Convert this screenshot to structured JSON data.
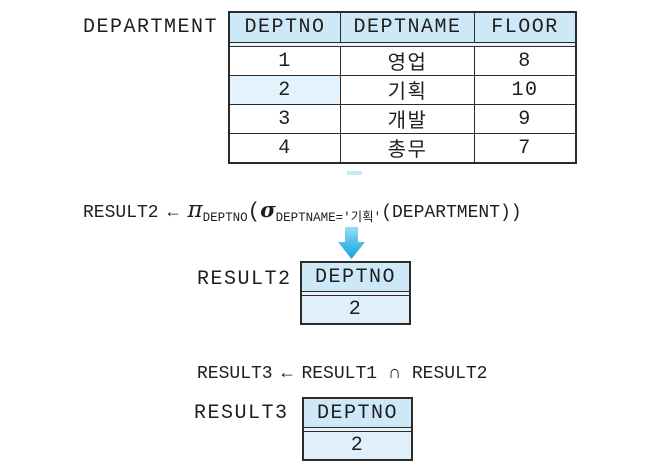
{
  "colors": {
    "header_fill": "#cde9f7",
    "gap_fill": "#e8f4fc",
    "highlight_fill": "#e3f2fc",
    "result_row_fill": "#dff0fa",
    "border": "#2b2b2b",
    "text": "#1e1e1e",
    "arrow_top": "#9adcf5",
    "arrow_bottom": "#17a4de",
    "dash_fill": "#c9e9f8"
  },
  "department": {
    "label": "DEPARTMENT",
    "columns": [
      "DEPTNO",
      "DEPTNAME",
      "FLOOR"
    ],
    "rows": [
      [
        "1",
        "영업",
        "8"
      ],
      [
        "2",
        "기획",
        "10"
      ],
      [
        "3",
        "개발",
        "9"
      ],
      [
        "4",
        "총무",
        "7"
      ]
    ],
    "highlighted_cell": {
      "row_value": "2",
      "column": "DEPTNO"
    }
  },
  "expression2": {
    "result_name": "RESULT2",
    "assign_arrow": "←",
    "pi_symbol": "π",
    "pi_subscript": "DEPTNO",
    "open_paren": "(",
    "sigma_symbol": "σ",
    "sigma_subscript": "DEPTNAME='기획'",
    "tail": "(DEPARTMENT))"
  },
  "result2": {
    "label": "RESULT2",
    "column": "DEPTNO",
    "value": "2"
  },
  "expression3": {
    "result_name": "RESULT3",
    "assign_arrow": "←",
    "left_operand": "RESULT1",
    "operator": "∩",
    "right_operand": "RESULT2"
  },
  "result3": {
    "label": "RESULT3",
    "column": "DEPTNO",
    "value": "2"
  },
  "icons": {
    "flow_arrow": "down-arrow"
  }
}
